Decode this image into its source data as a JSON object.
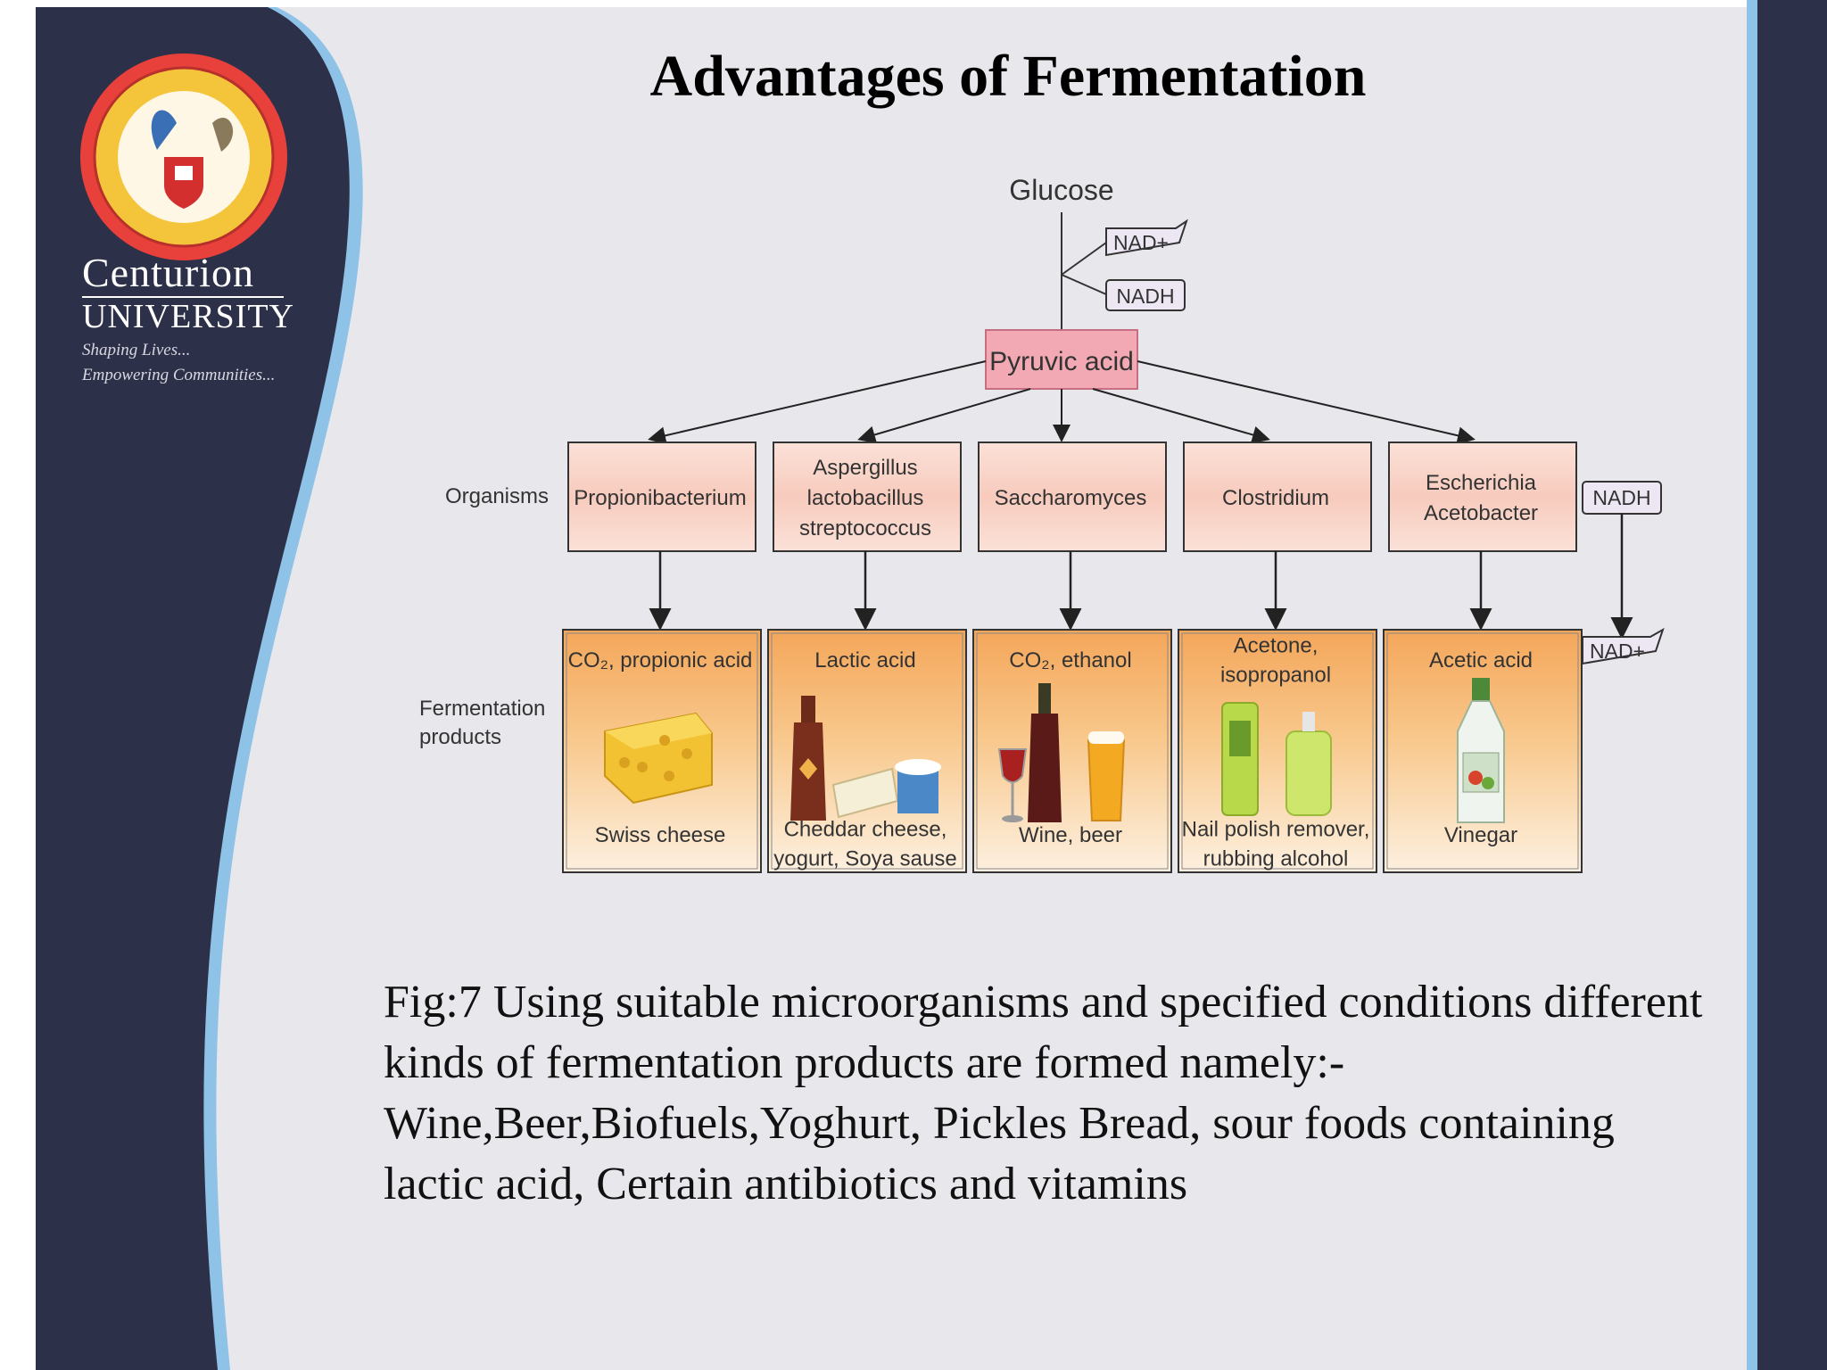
{
  "slide": {
    "title": "Advantages of Fermentation",
    "caption": "Fig:7 Using suitable microorganisms and specified conditions different kinds of fermentation products are formed namely:- Wine,Beer,Biofuels,Yoghurt, Pickles Bread, sour foods containing lactic acid, Certain antibiotics and vitamins"
  },
  "logo": {
    "name": "Centurion",
    "university": "UNIVERSITY",
    "tagline_1": "Shaping Lives...",
    "tagline_2": "Empowering Communities..."
  },
  "diagram": {
    "glucose": "Glucose",
    "nad_plus": "NAD+",
    "nadh": "NADH",
    "pyruvic": "Pyruvic acid",
    "organisms_label": "Organisms",
    "products_label_1": "Fermentation",
    "products_label_2": "products",
    "organisms": [
      {
        "lines": [
          "Propionibacterium"
        ]
      },
      {
        "lines": [
          "Aspergillus",
          "lactobacillus",
          "streptococcus"
        ]
      },
      {
        "lines": [
          "Saccharomyces"
        ]
      },
      {
        "lines": [
          "Clostridium"
        ]
      },
      {
        "lines": [
          "Escherichia",
          "Acetobacter"
        ]
      }
    ],
    "products": [
      {
        "top": [
          "CO2, propionic acid"
        ],
        "bottom": [
          "Swiss cheese"
        ],
        "image": "cheese-icon"
      },
      {
        "top": [
          "Lactic acid"
        ],
        "bottom": [
          "Cheddar cheese,",
          "yogurt, Soya sause"
        ],
        "image": "sauce-bottle-cheese-yogurt-icon"
      },
      {
        "top": [
          "CO2, ethanol"
        ],
        "bottom": [
          "Wine, beer"
        ],
        "image": "wine-beer-icon"
      },
      {
        "top": [
          "Acetone,",
          "isopropanol"
        ],
        "bottom": [
          "Nail polish remover,",
          "rubbing alcohol"
        ],
        "image": "solvent-bottles-icon"
      },
      {
        "top": [
          "Acetic acid"
        ],
        "bottom": [
          "Vinegar"
        ],
        "image": "vinegar-bottle-icon"
      }
    ],
    "side_nadh": "NADH",
    "side_nad_plus": "NAD+"
  },
  "colors": {
    "sidebar": "#2d3049",
    "accent_blue": "#8ec2e6",
    "slide_bg": "#e8e7ec",
    "organism_box": "#f8d0c4",
    "product_box": "#f6b46c",
    "pyruvic_box": "#f2a9b3"
  }
}
